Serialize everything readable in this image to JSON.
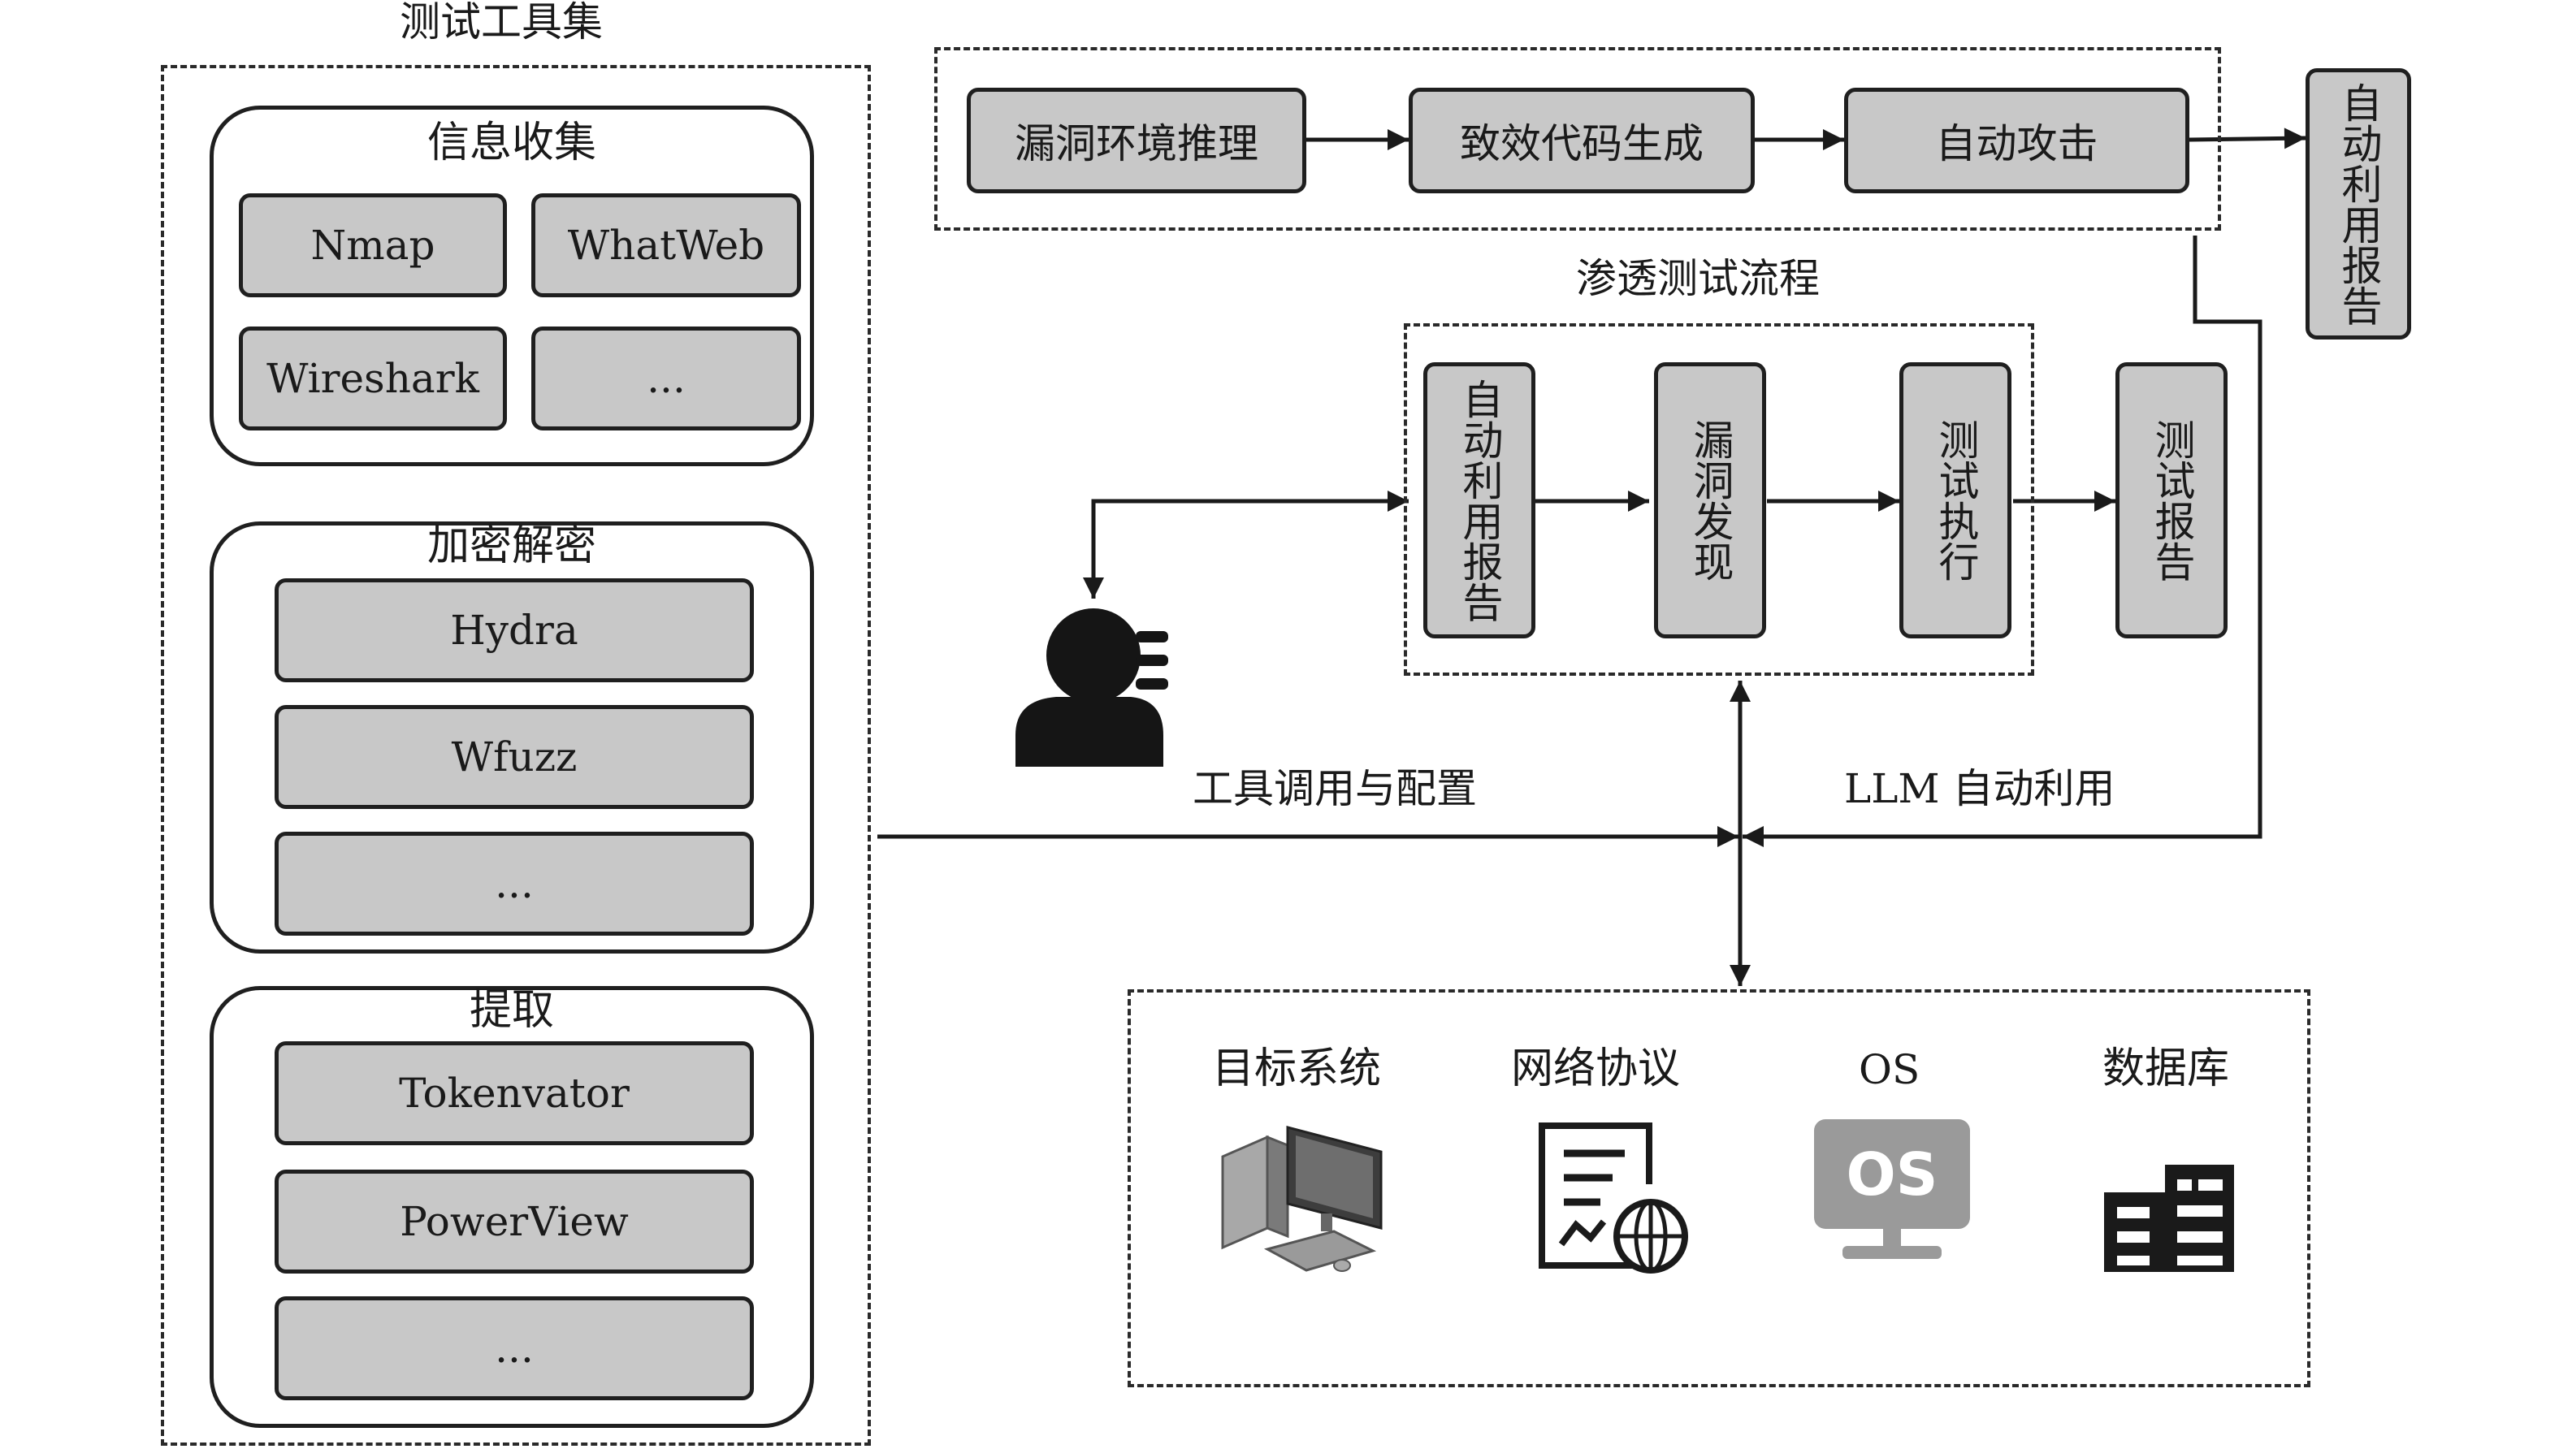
{
  "toolset": {
    "title": "测试工具集",
    "info_group": {
      "title": "信息收集",
      "tools": [
        "Nmap",
        "WhatWeb",
        "Wireshark",
        "..."
      ]
    },
    "crypto_group": {
      "title": "加密解密",
      "tools": [
        "Hydra",
        "Wfuzz",
        "..."
      ]
    },
    "extract_group": {
      "title": "提取",
      "tools": [
        "Tokenvator",
        "PowerView",
        "..."
      ]
    }
  },
  "auto_exploit": {
    "steps": [
      "漏洞环境推理",
      "致效代码生成",
      "自动攻击"
    ],
    "output": "自动利用报告"
  },
  "pentest_flow": {
    "title": "渗透测试流程",
    "steps": [
      "自动利用报告",
      "漏洞发现",
      "测试执行"
    ],
    "output": "测试报告"
  },
  "links": {
    "tool_call": "工具调用与配置",
    "llm_exploit": "LLM 自动利用"
  },
  "targets": [
    {
      "label": "目标系统",
      "icon": "computer-icon"
    },
    {
      "label": "网络协议",
      "icon": "network-document-icon"
    },
    {
      "label": "OS",
      "icon": "os-monitor-icon",
      "badge": "OS"
    },
    {
      "label": "数据库",
      "icon": "database-icon"
    }
  ],
  "user": {
    "icon": "user-icon"
  }
}
